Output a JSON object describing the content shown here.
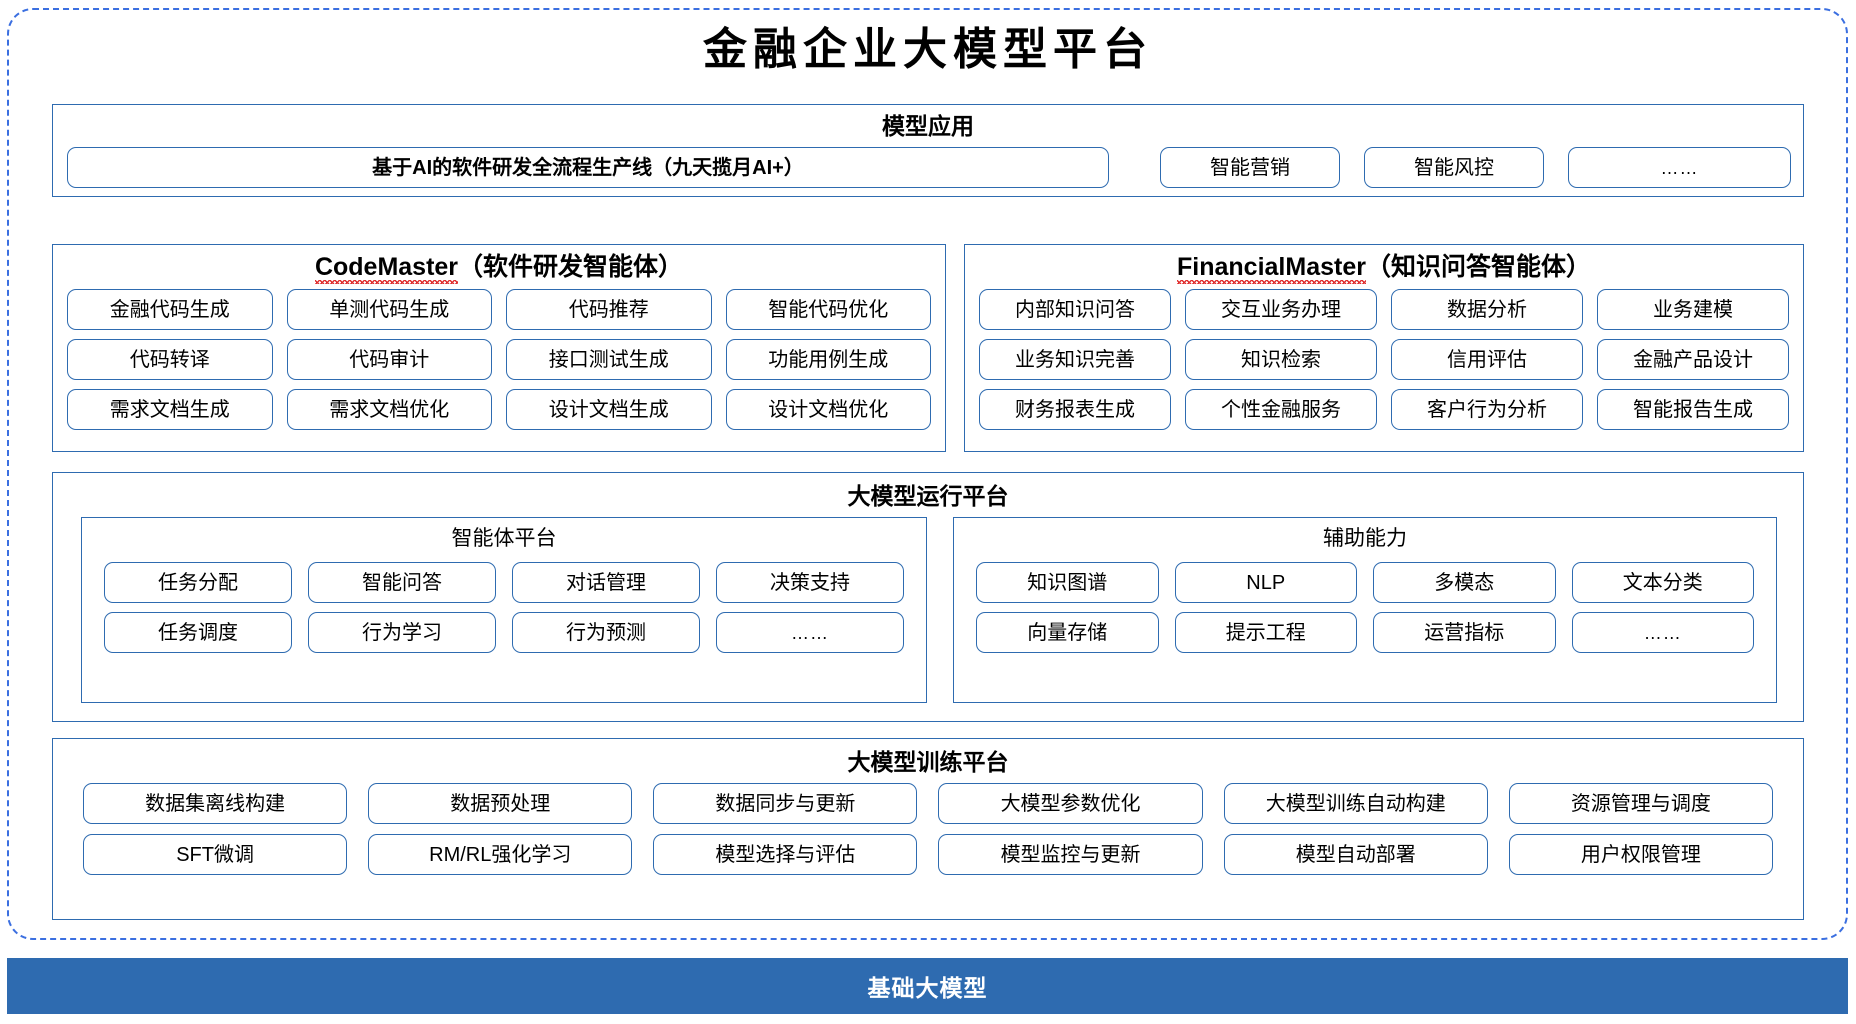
{
  "title": "金融企业大模型平台",
  "colors": {
    "outer_frame": "#3B6FE0",
    "panel_border": "#2E6BB0",
    "base_bar": "#2E6BB0",
    "spellcheck_underline": "#e03030"
  },
  "application_layer": {
    "title": "模型应用",
    "main_product": "基于AI的软件研发全流程生产线（九天揽月AI+）",
    "items": [
      "智能营销",
      "智能风控",
      "……"
    ]
  },
  "agents": [
    {
      "name": "CodeMaster",
      "suffix": "（软件研发智能体）",
      "spellchecked": true,
      "rows": [
        [
          "金融代码生成",
          "单测代码生成",
          "代码推荐",
          "智能代码优化"
        ],
        [
          "代码转译",
          "代码审计",
          "接口测试生成",
          "功能用例生成"
        ],
        [
          "需求文档生成",
          "需求文档优化",
          "设计文档生成",
          "设计文档优化"
        ]
      ]
    },
    {
      "name": "FinancialMaster",
      "suffix": "（知识问答智能体）",
      "spellchecked": true,
      "rows": [
        [
          "内部知识问答",
          "交互业务办理",
          "数据分析",
          "业务建模"
        ],
        [
          "业务知识完善",
          "知识检索",
          "信用评估",
          "金融产品设计"
        ],
        [
          "财务报表生成",
          "个性金融服务",
          "客户行为分析",
          "智能报告生成"
        ]
      ]
    }
  ],
  "runtime_platform": {
    "title": "大模型运行平台",
    "sub_panels": [
      {
        "title": "智能体平台",
        "rows": [
          [
            "任务分配",
            "智能问答",
            "对话管理",
            "决策支持"
          ],
          [
            "任务调度",
            "行为学习",
            "行为预测",
            "……"
          ]
        ]
      },
      {
        "title": "辅助能力",
        "rows": [
          [
            "知识图谱",
            "NLP",
            "多模态",
            "文本分类"
          ],
          [
            "向量存储",
            "提示工程",
            "运营指标",
            "……"
          ]
        ]
      }
    ]
  },
  "training_platform": {
    "title": "大模型训练平台",
    "rows": [
      [
        "数据集离线构建",
        "数据预处理",
        "数据同步与更新",
        "大模型参数优化",
        "大模型训练自动构建",
        "资源管理与调度"
      ],
      [
        "SFT微调",
        "RM/RL强化学习",
        "模型选择与评估",
        "模型监控与更新",
        "模型自动部署",
        "用户权限管理"
      ]
    ]
  },
  "base_model": {
    "label": "基础大模型"
  }
}
